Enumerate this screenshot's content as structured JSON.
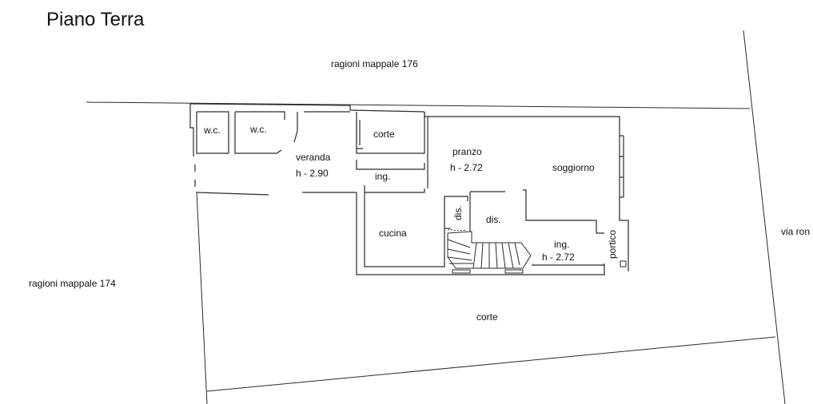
{
  "title": "Piano Terra",
  "labels": {
    "neighbor_top": "ragioni mappale 176",
    "neighbor_left": "ragioni mappale 174",
    "street_right": "via ron",
    "wc1": "w.c.",
    "wc2": "w.c.",
    "veranda": "veranda",
    "veranda_height": "h - 2.90",
    "corte_small": "corte",
    "ing_veranda": "ing.",
    "pranzo": "pranzo",
    "pranzo_height": "h - 2.72",
    "soggiorno": "soggiorno",
    "dis_small": "dis.",
    "dis": "dis.",
    "cucina": "cucina",
    "ing_main": "ing.",
    "ing_main_height": "h - 2.72",
    "portico": "portico",
    "corte_main": "corte"
  },
  "colors": {
    "line": "#2a2a2a",
    "background": "#ffffff"
  }
}
